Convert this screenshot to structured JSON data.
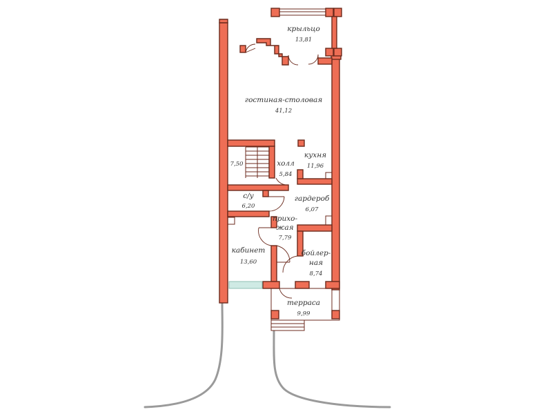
{
  "rooms": {
    "porch": {
      "name": "крыльцо",
      "area": "13,81"
    },
    "living": {
      "name": "гостиная-столовая",
      "area": "41,12"
    },
    "kitchen": {
      "name": "кухня",
      "area": "11,96"
    },
    "stairs_area": "7,50",
    "hall": {
      "name": "холл",
      "area": "5,84"
    },
    "bathroom": {
      "name": "с/у",
      "area": "6,20"
    },
    "wardrobe": {
      "name": "гардероб",
      "area": "6,07"
    },
    "entrance": {
      "name_line1": "прихо-",
      "name_line2": "жая",
      "area": "7,79"
    },
    "study": {
      "name": "кабинет",
      "area": "13,60"
    },
    "boiler": {
      "name_line1": "бойлер-",
      "name_line2": "ная",
      "area": "8,74"
    },
    "terrace": {
      "name": "терраса",
      "area": "9,99"
    }
  },
  "colors": {
    "wall": "#ee6e55",
    "wall_outline": "#6b2a1c",
    "path": "#9a9a9a",
    "window": "#cfeae4"
  }
}
